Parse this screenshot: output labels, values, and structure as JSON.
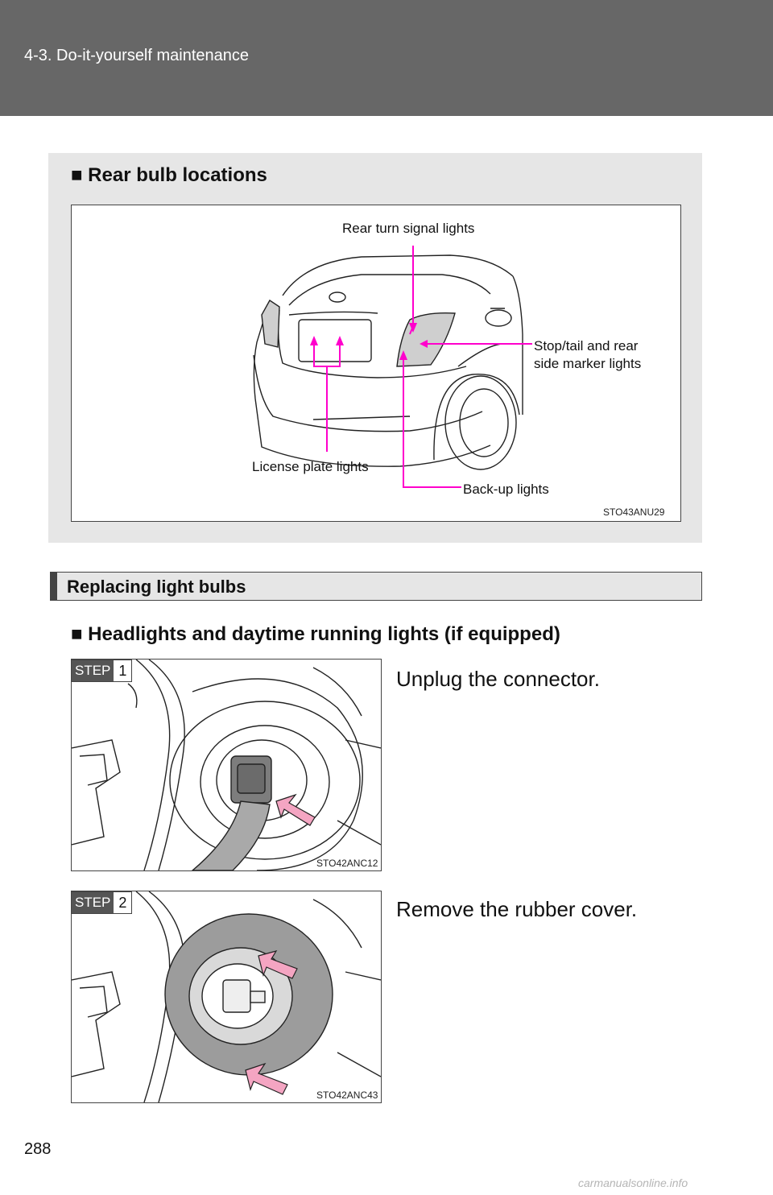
{
  "header": {
    "section_title": "4-3. Do-it-yourself maintenance"
  },
  "rear_bulbs": {
    "heading": "■ Rear bulb locations",
    "labels": {
      "rear_turn": "Rear turn signal lights",
      "stop_tail_line1": "Stop/tail and rear",
      "stop_tail_line2": "side marker lights",
      "license": "License plate lights",
      "backup": "Back-up lights"
    },
    "figure_code": "STO43ANU29"
  },
  "replacing": {
    "title": "Replacing light bulbs",
    "subheading": "■ Headlights and daytime running lights (if equipped)",
    "steps": [
      {
        "step_word": "STEP",
        "number": "1",
        "text": "Unplug the connector.",
        "figure_code": "STO42ANC12"
      },
      {
        "step_word": "STEP",
        "number": "2",
        "text": "Remove the rubber cover.",
        "figure_code": "STO42ANC43"
      }
    ]
  },
  "page_number": "288",
  "watermark": "carmanualsonline.info",
  "colors": {
    "header_bg": "#676767",
    "panel_bg": "#e6e6e6",
    "callout": "#ff00cc",
    "arrow_fill": "#f4a5c2"
  }
}
